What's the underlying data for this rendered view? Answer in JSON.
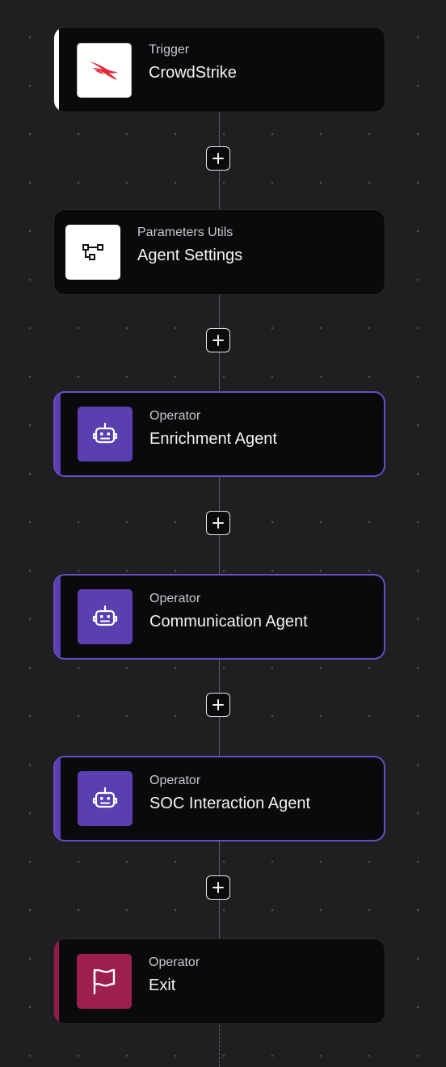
{
  "workflow": {
    "nodes": [
      {
        "kind": "trigger",
        "category": "Trigger",
        "title": "CrowdStrike",
        "icon": "crowdstrike-falcon-icon"
      },
      {
        "kind": "utility",
        "category": "Parameters Utils",
        "title": "Agent Settings",
        "icon": "parameters-nodes-icon"
      },
      {
        "kind": "operator",
        "category": "Operator",
        "title": "Enrichment Agent",
        "icon": "robot-icon"
      },
      {
        "kind": "operator",
        "category": "Operator",
        "title": "Communication Agent",
        "icon": "robot-icon"
      },
      {
        "kind": "operator",
        "category": "Operator",
        "title": "SOC Interaction Agent",
        "icon": "robot-icon"
      },
      {
        "kind": "exit",
        "category": "Operator",
        "title": "Exit",
        "icon": "flag-icon"
      }
    ],
    "add_buttons": [
      "plus-icon",
      "plus-icon",
      "plus-icon",
      "plus-icon",
      "plus-icon"
    ]
  },
  "colors": {
    "canvas_background": "#1f1f22",
    "node_background": "#0a0a0c",
    "operator_accent": "#6a4cc4",
    "exit_accent": "#9c1f4d",
    "crowdstrike_red": "#e4283a"
  }
}
